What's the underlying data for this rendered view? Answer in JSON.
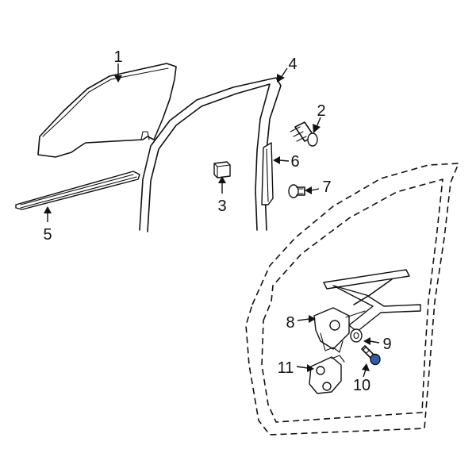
{
  "callouts": [
    {
      "id": "1",
      "text": "1"
    },
    {
      "id": "2",
      "text": "2"
    },
    {
      "id": "3",
      "text": "3"
    },
    {
      "id": "4",
      "text": "4"
    },
    {
      "id": "5",
      "text": "5"
    },
    {
      "id": "6",
      "text": "6"
    },
    {
      "id": "7",
      "text": "7"
    },
    {
      "id": "8",
      "text": "8"
    },
    {
      "id": "9",
      "text": "9"
    },
    {
      "id": "10",
      "text": "10"
    },
    {
      "id": "11",
      "text": "11"
    }
  ],
  "colors": {
    "line": "#111111",
    "highlight_bolt": "#2f5fa8",
    "background": "#ffffff"
  }
}
